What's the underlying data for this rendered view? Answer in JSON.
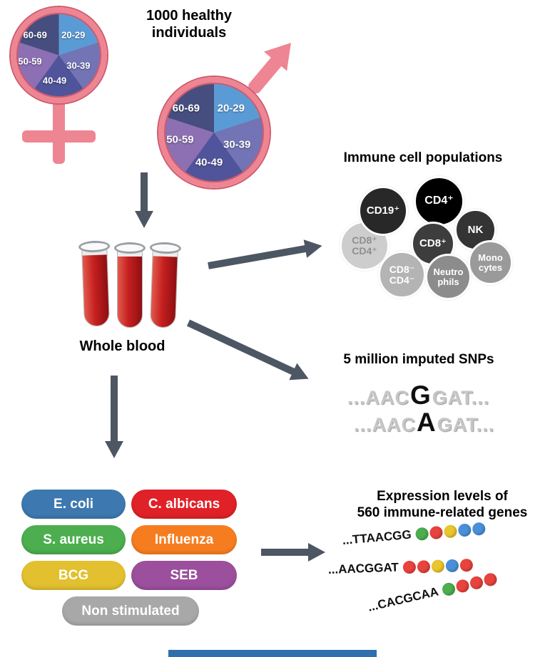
{
  "palette": {
    "symbol_pink": "#ee8593",
    "arrow_gray": "#4d5663",
    "blood_red": "#c51f1f",
    "footer_bar_blue": "#2f6fad"
  },
  "demographics": {
    "title": "1000 healthy individuals",
    "age_groups": [
      "20-29",
      "30-39",
      "40-49",
      "50-59",
      "60-69"
    ],
    "slice_colors": [
      "#5b9bd5",
      "#7274b6",
      "#50549a",
      "#8d6fb4",
      "#454e7e"
    ]
  },
  "blood": {
    "label": "Whole blood"
  },
  "immune": {
    "title": "Immune cell populations",
    "cells": [
      {
        "label": "CD8⁺\nCD4⁺",
        "bg": "#cdcdcd",
        "fg": "#8f8f8f"
      },
      {
        "label": "CD19⁺",
        "bg": "#282828",
        "fg": "#ffffff"
      },
      {
        "label": "NK",
        "bg": "#343434",
        "fg": "#ffffff"
      },
      {
        "label": "Mono\ncytes",
        "bg": "#9a9a9a",
        "fg": "#ffffff"
      },
      {
        "label": "CD4⁺",
        "bg": "#000000",
        "fg": "#ffffff"
      },
      {
        "label": "CD8⁺",
        "bg": "#3d3d3d",
        "fg": "#ffffff"
      },
      {
        "label": "CD8⁻\nCD4⁻",
        "bg": "#b4b4b4",
        "fg": "#ffffff"
      },
      {
        "label": "Neutro\nphils",
        "bg": "#8c8c8c",
        "fg": "#ffffff"
      }
    ]
  },
  "snps": {
    "title": "5 million imputed SNPs",
    "lines": [
      {
        "pre": "...AAC",
        "variant": "G",
        "post": "GAT..."
      },
      {
        "pre": "...AAC",
        "variant": "A",
        "post": "GAT..."
      }
    ]
  },
  "stimulations": {
    "items": [
      {
        "label": "E. coli",
        "color": "#3d79b0"
      },
      {
        "label": "C. albicans",
        "color": "#e02127"
      },
      {
        "label": "S. aureus",
        "color": "#4cae4f"
      },
      {
        "label": "Influenza",
        "color": "#f57d20"
      },
      {
        "label": "BCG",
        "color": "#e2c02f"
      },
      {
        "label": "SEB",
        "color": "#9b4f9d"
      },
      {
        "label": "Non stimulated",
        "color": "#a8a8a8"
      }
    ]
  },
  "expression": {
    "title": "Expression levels of\n560 immune-related genes",
    "sequences": [
      {
        "text": "...TTAACGG",
        "dots": [
          "#4cae4f",
          "#e8433c",
          "#e9c62d",
          "#4a90d9",
          "#4a90d9"
        ]
      },
      {
        "text": "...AACGGAT",
        "dots": [
          "#e8433c",
          "#e8433c",
          "#e9c62d",
          "#4a90d9",
          "#e8433c"
        ]
      },
      {
        "text": "...CACGCAA",
        "dots": [
          "#4cae4f",
          "#e8433c",
          "#e8433c",
          "#e8433c"
        ]
      }
    ]
  }
}
